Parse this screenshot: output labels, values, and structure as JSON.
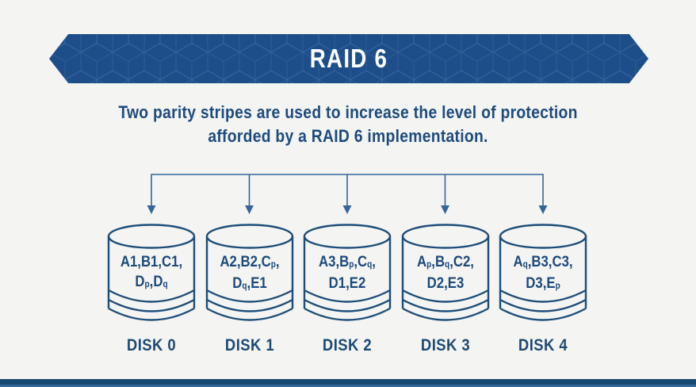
{
  "banner": {
    "title": "RAID 6"
  },
  "subtitle": {
    "line1": "Two parity stripes are used to increase the level of protection",
    "line2": "afforded by a RAID 6 implementation."
  },
  "disks": [
    {
      "name": "DISK 0",
      "label_lines": [
        [
          {
            "t": "A1,B1,C1,"
          }
        ],
        [
          {
            "t": "D"
          },
          {
            "t": "p",
            "sub": true
          },
          {
            "t": ",D"
          },
          {
            "t": "q",
            "sub": true
          }
        ]
      ]
    },
    {
      "name": "DISK 1",
      "label_lines": [
        [
          {
            "t": "A2,B2,C"
          },
          {
            "t": "p",
            "sub": true
          },
          {
            "t": ","
          }
        ],
        [
          {
            "t": "D"
          },
          {
            "t": "q",
            "sub": true
          },
          {
            "t": ",E1"
          }
        ]
      ]
    },
    {
      "name": "DISK 2",
      "label_lines": [
        [
          {
            "t": "A3,B"
          },
          {
            "t": "p",
            "sub": true
          },
          {
            "t": ",C"
          },
          {
            "t": "q",
            "sub": true
          },
          {
            "t": ","
          }
        ],
        [
          {
            "t": "D1,E2"
          }
        ]
      ]
    },
    {
      "name": "DISK 3",
      "label_lines": [
        [
          {
            "t": "A"
          },
          {
            "t": "p",
            "sub": true
          },
          {
            "t": ",B"
          },
          {
            "t": "q",
            "sub": true
          },
          {
            "t": ",C2,"
          }
        ],
        [
          {
            "t": "D2,E3"
          }
        ]
      ]
    },
    {
      "name": "DISK 4",
      "label_lines": [
        [
          {
            "t": "A"
          },
          {
            "t": "q",
            "sub": true
          },
          {
            "t": ",B3,C3,"
          }
        ],
        [
          {
            "t": "D3,E"
          },
          {
            "t": "p",
            "sub": true
          }
        ]
      ]
    }
  ],
  "colors": {
    "banner_bg": "#1d4e89",
    "banner_pattern": "#3f6fa5",
    "title_text": "#ffffff",
    "body_text": "#1d4b7c",
    "disk_outline": "#1d4e79",
    "arrow": "#33679b",
    "footer_dark": "#17486f",
    "footer_light": "#306596",
    "background": "#f4f4f2"
  }
}
